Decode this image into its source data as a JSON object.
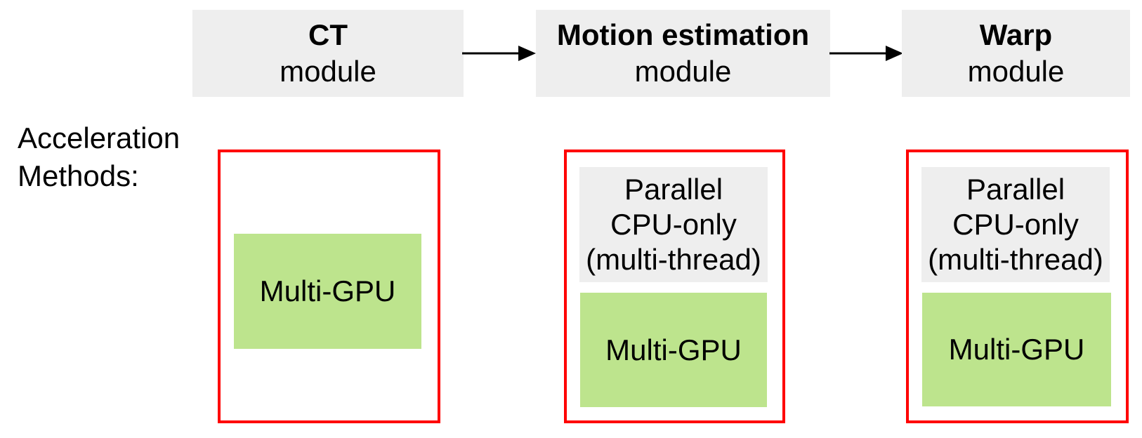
{
  "diagram": {
    "pipeline": {
      "modules": [
        {
          "title": "CT",
          "subtitle": "module"
        },
        {
          "title": "Motion estimation",
          "subtitle": "module"
        },
        {
          "title": "Warp",
          "subtitle": "module"
        }
      ]
    },
    "acceleration_label": "Acceleration\nMethods:",
    "columns": [
      {
        "module": "CT",
        "methods": {
          "gpu": "Multi-GPU"
        }
      },
      {
        "module": "Motion estimation",
        "methods": {
          "cpu": "Parallel\nCPU-only\n(multi-thread)",
          "gpu": "Multi-GPU"
        }
      },
      {
        "module": "Warp",
        "methods": {
          "cpu": "Parallel\nCPU-only\n(multi-thread)",
          "gpu": "Multi-GPU"
        }
      }
    ]
  },
  "colors": {
    "module_bg": "#eeeeee",
    "cpu_bg": "#eeeeee",
    "gpu_bg": "#bde48d",
    "outline": "#ff0000",
    "arrow": "#000000",
    "text": "#000000"
  }
}
